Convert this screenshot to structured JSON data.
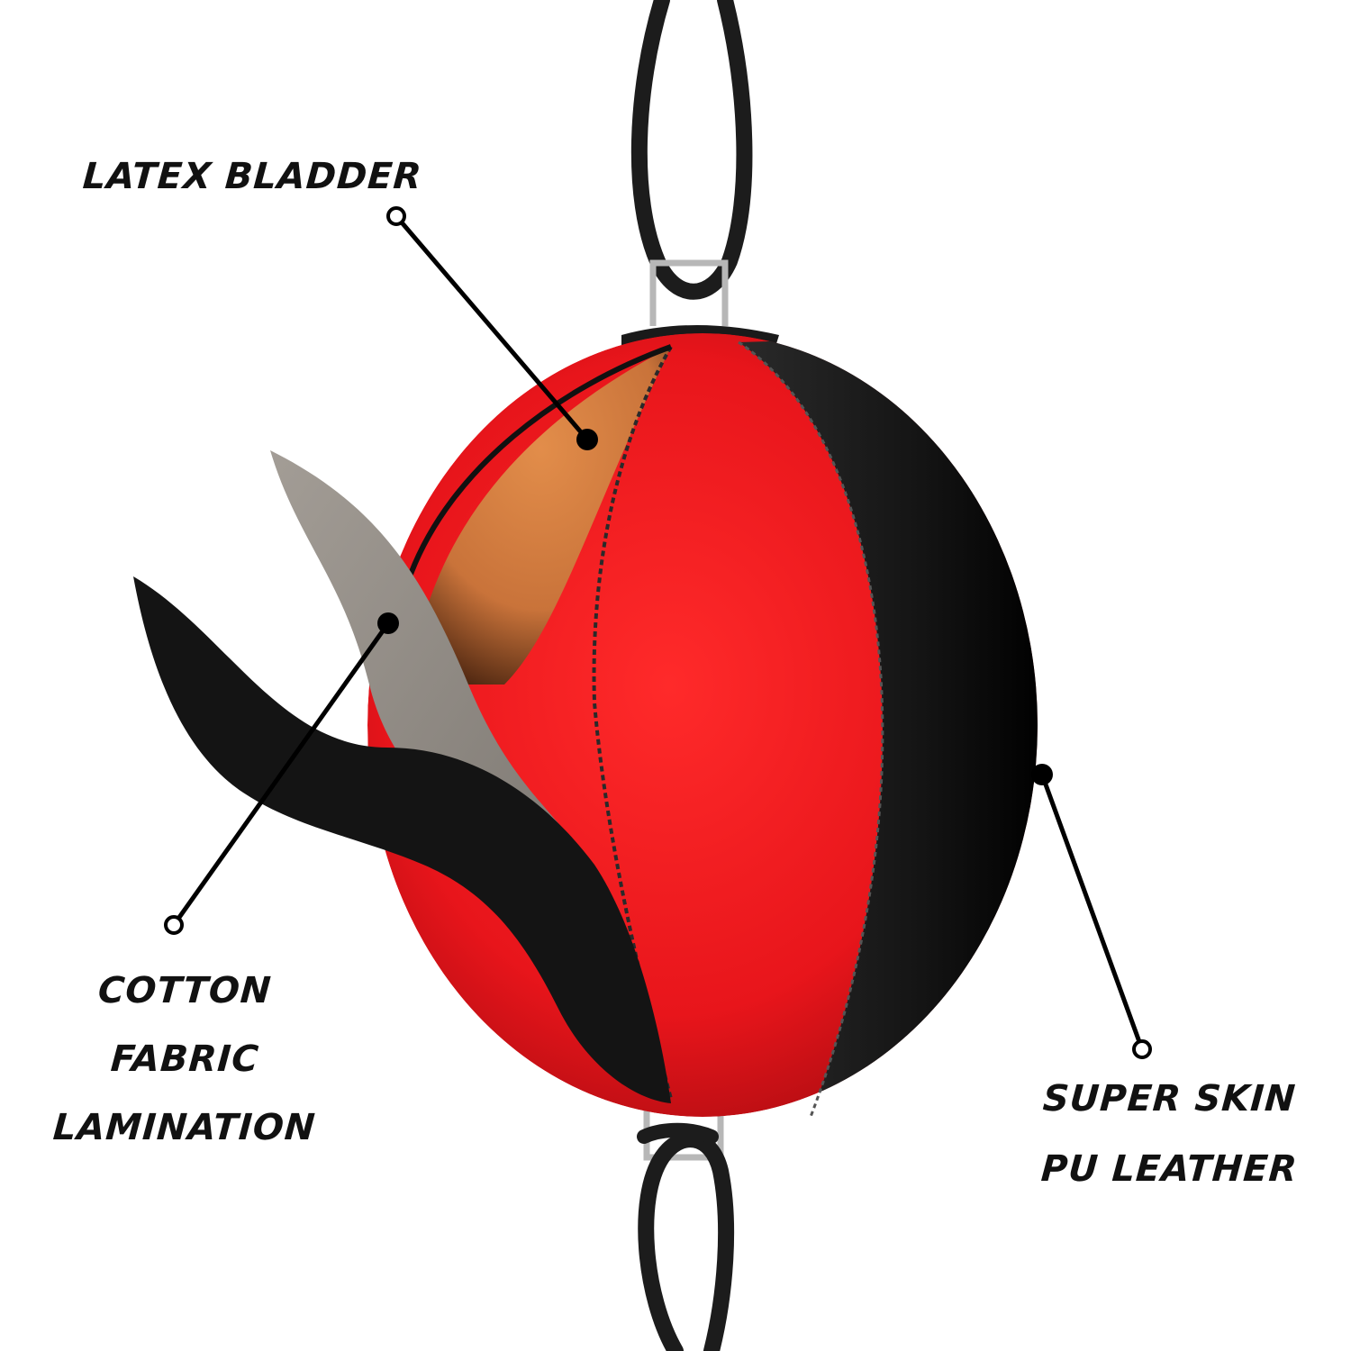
{
  "labels": {
    "latex_bladder": "LATEX BLADDER",
    "cotton_fabric_lamination": [
      "COTTON",
      "FABRIC",
      "LAMINATION"
    ],
    "super_skin_pu_leather": [
      "SUPER SKIN",
      "PU LEATHER"
    ]
  },
  "colors": {
    "background": "#ffffff",
    "red_panel": "#e8151b",
    "black_panel": "#141414",
    "bladder_orange": "#d07a3a",
    "lamination_grey": "#8a8580",
    "rope": "#1c1c1c",
    "ink": "#111111"
  }
}
